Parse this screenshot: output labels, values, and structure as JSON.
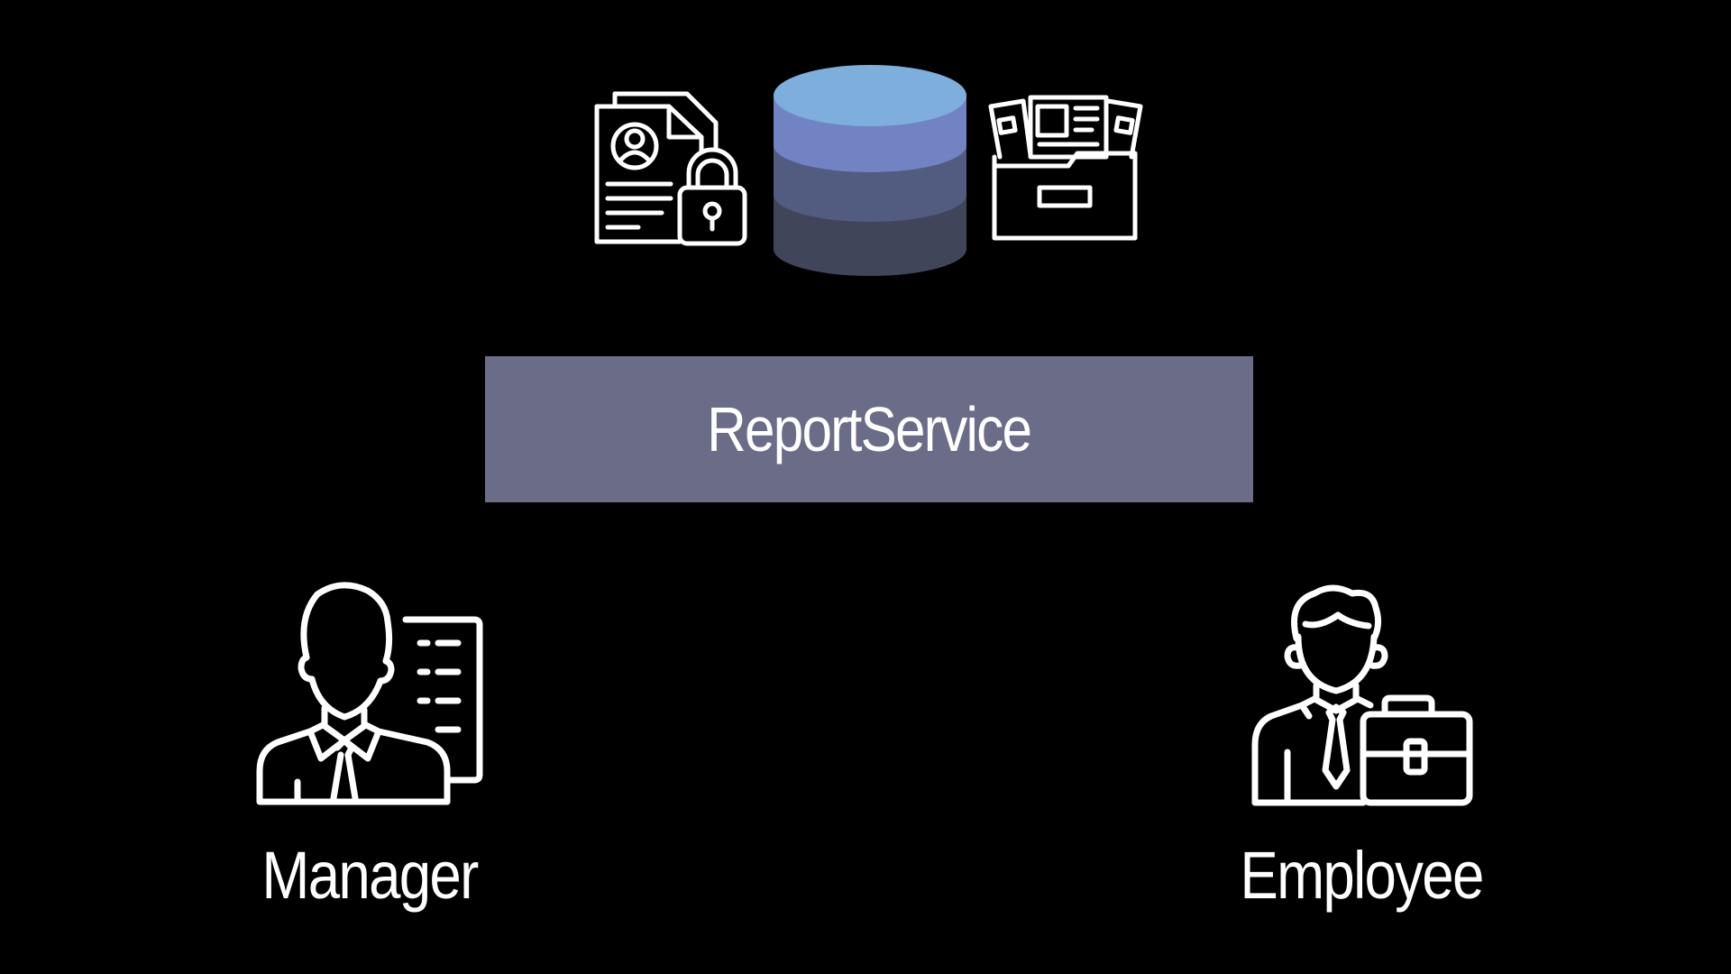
{
  "service": {
    "label": "ReportService"
  },
  "actors": {
    "manager": "Manager",
    "employee": "Employee"
  },
  "colors": {
    "background": "#000000",
    "service_box": "#6b6d88",
    "db_top": "#7eaedc",
    "db_band1": "#7283c4",
    "db_band2": "#525c80",
    "db_band3": "#404559",
    "icon_stroke": "#ffffff"
  },
  "icons": {
    "data_sources": [
      "document-lock-icon",
      "database-icon",
      "file-folder-icon"
    ],
    "actors": [
      "manager-icon",
      "employee-icon"
    ]
  }
}
